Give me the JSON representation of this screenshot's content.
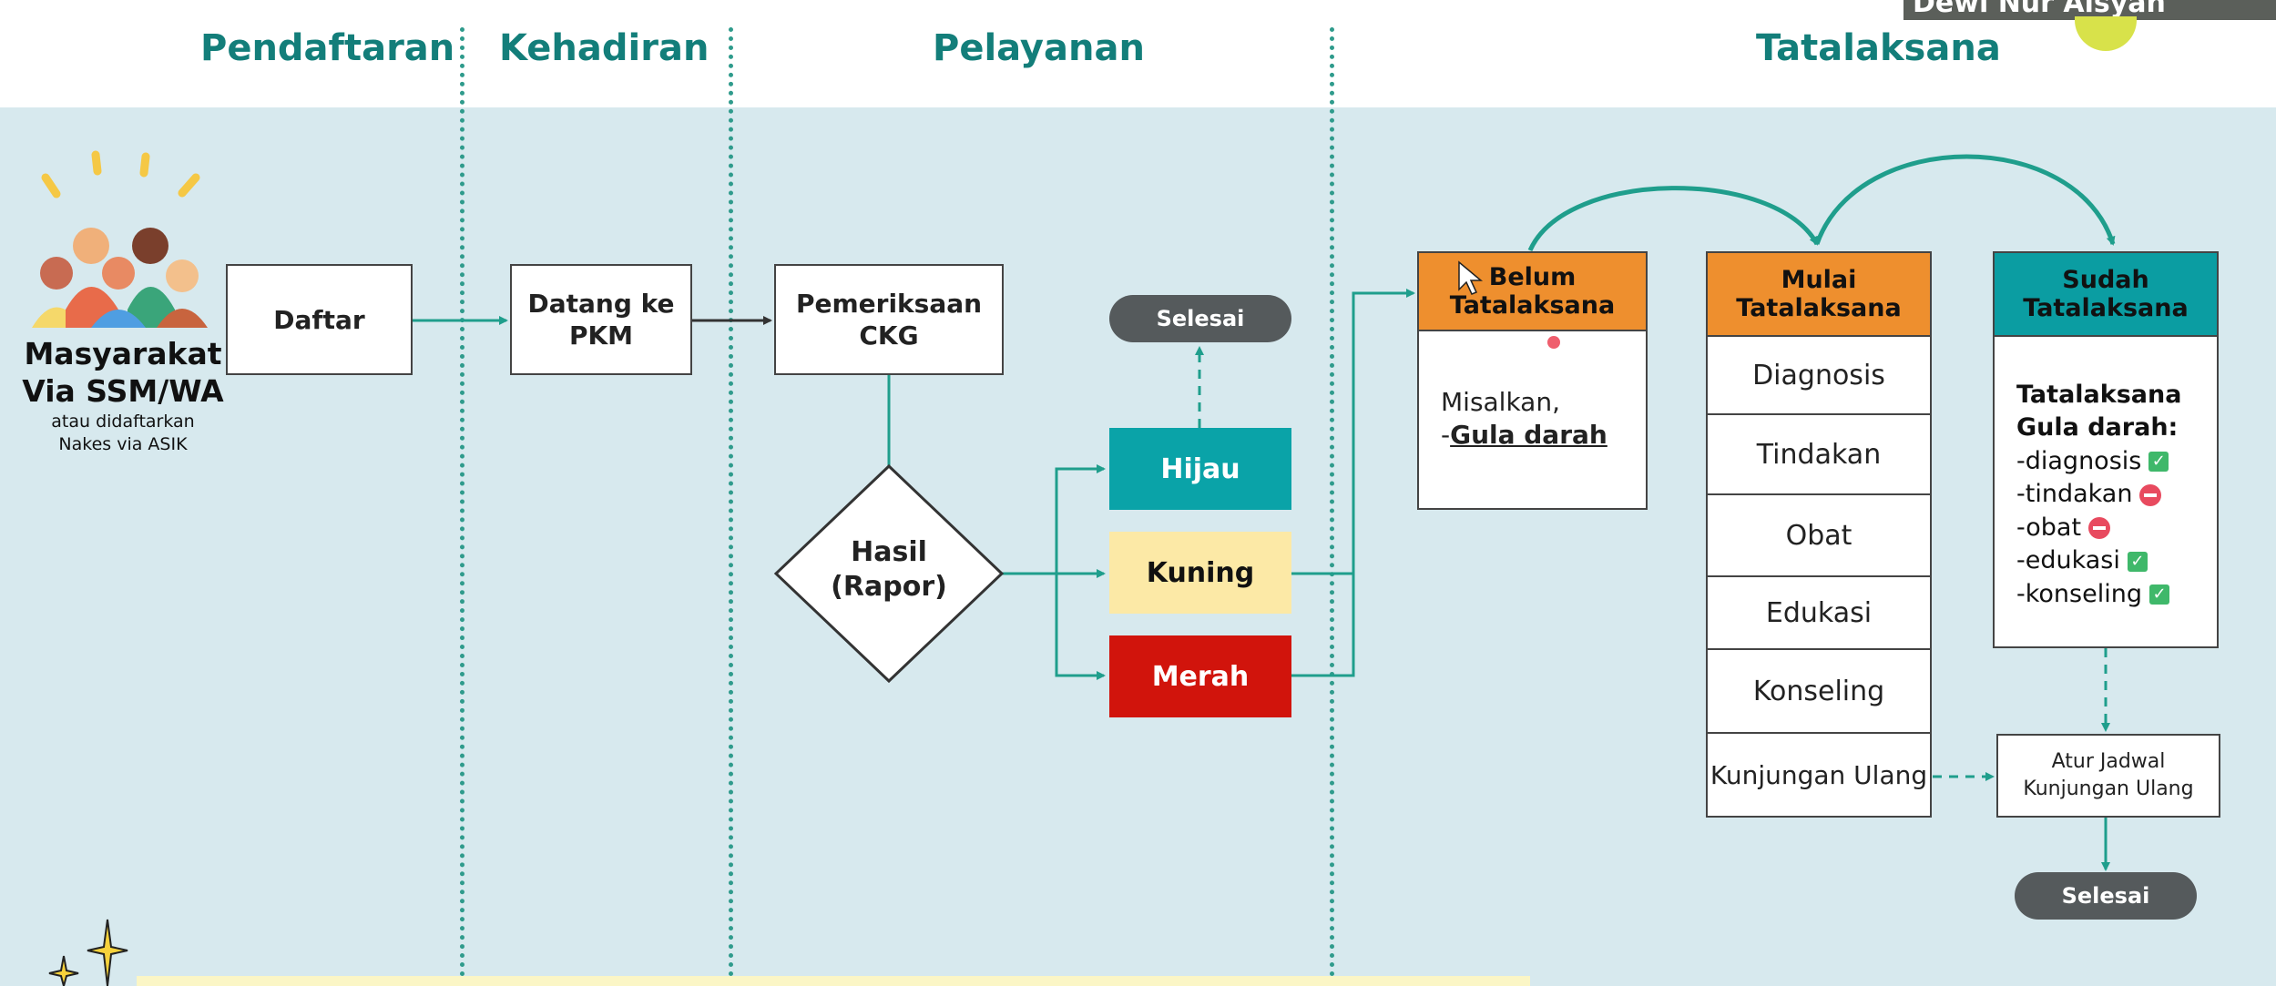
{
  "columns": {
    "pendaftaran": "Pendaftaran",
    "kehadiran": "Kehadiran",
    "pelayanan": "Pelayanan",
    "tatalaksana": "Tatalaksana"
  },
  "presenter_name": "Dewi Nur Aisyah",
  "masyarakat": {
    "title_line1": "Masyarakat",
    "title_line2": "Via SSM/WA",
    "sub_line1": "atau didaftarkan",
    "sub_line2": "Nakes via ASIK"
  },
  "steps": {
    "daftar": "Daftar",
    "datang_line1": "Datang ke",
    "datang_line2": "PKM",
    "pemeriksaan_line1": "Pemeriksaan",
    "pemeriksaan_line2": "CKG",
    "hasil_line1": "Hasil",
    "hasil_line2": "(Rapor)"
  },
  "selesai_top": "Selesai",
  "status": {
    "hijau": "Hijau",
    "kuning": "Kuning",
    "merah": "Merah"
  },
  "belum": {
    "header_line1": "Belum",
    "header_line2": "Tatalaksana",
    "body_line1": "Misalkan,",
    "body_dash": "-",
    "body_underlined": "Gula darah"
  },
  "mulai": {
    "header_line1": "Mulai",
    "header_line2": "Tatalaksana",
    "items": [
      "Diagnosis",
      "Tindakan",
      "Obat",
      "Edukasi",
      "Konseling",
      "Kunjungan Ulang"
    ]
  },
  "sudah": {
    "header_line1": "Sudah",
    "header_line2": "Tatalaksana",
    "title_line1": "Tatalaksana",
    "title_line2": "Gula darah:",
    "items": [
      "-diagnosis",
      "-tindakan",
      "-obat",
      "-edukasi",
      "-konseling"
    ],
    "item_status": [
      "check",
      "stop",
      "stop",
      "check",
      "check"
    ]
  },
  "atur_jadwal_line1": "Atur Jadwal",
  "atur_jadwal_line2": "Kunjungan Ulang",
  "selesai_bottom": "Selesai",
  "colors": {
    "teal_title": "#137e7a",
    "background": "#d7e9ee",
    "hijau": "#0aa3a8",
    "kuning": "#fce9a6",
    "merah": "#d1140c",
    "orange_header": "#ee8f2e",
    "teal_header": "#0b9da2",
    "arrow": "#1f9e8c"
  }
}
